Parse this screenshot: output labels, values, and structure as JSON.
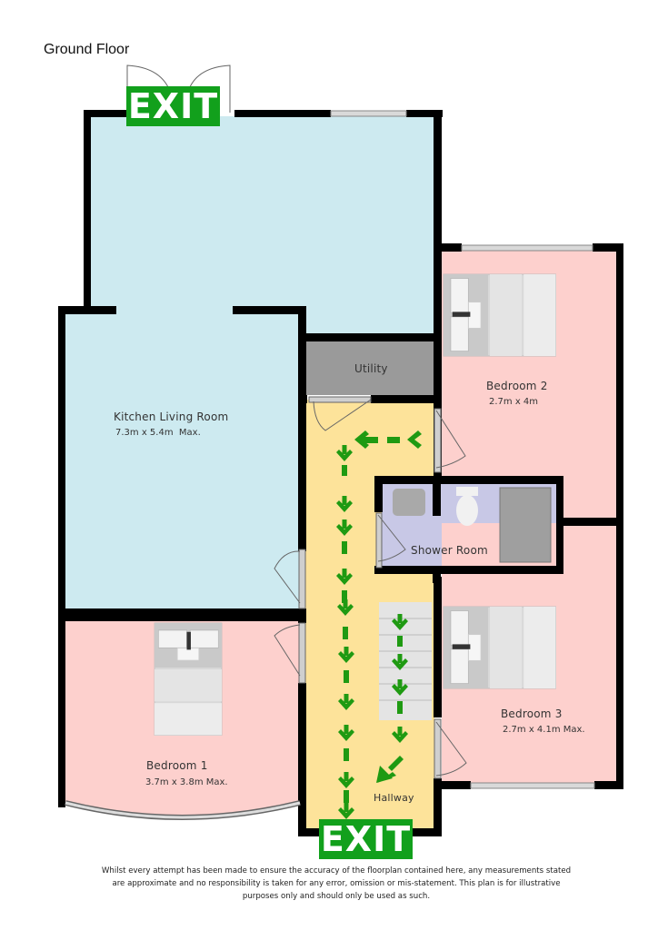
{
  "floor": {
    "title": "Ground Floor"
  },
  "rooms": [
    {
      "id": "kitchen",
      "name": "Kitchen Living Room",
      "dimensions": "7.3m x 5.4m  Max.",
      "color": "#cdeaf0"
    },
    {
      "id": "utility",
      "name": "Utility",
      "dimensions": "",
      "color": "#9a9a9a"
    },
    {
      "id": "bedroom2",
      "name": "Bedroom 2",
      "dimensions": "2.7m x 4m",
      "color": "#fdd0cd"
    },
    {
      "id": "shower",
      "name": "Shower Room",
      "dimensions": "",
      "color": "#c8c8e6"
    },
    {
      "id": "bedroom1",
      "name": "Bedroom 1",
      "dimensions": "3.7m x 3.8m Max.",
      "color": "#fdd0cd"
    },
    {
      "id": "bedroom3",
      "name": "Bedroom 3",
      "dimensions": "2.7m x 4.1m Max.",
      "color": "#fdd0cd"
    },
    {
      "id": "hallway",
      "name": "Hallway",
      "dimensions": "",
      "color": "#fde39a"
    }
  ],
  "exits": [
    {
      "id": "exit-top",
      "label": "EXIT"
    },
    {
      "id": "exit-bottom",
      "label": "EXIT"
    }
  ],
  "colors": {
    "exit_green": "#12a01c",
    "arrow_green": "#1f9a12",
    "wall": "#000000"
  },
  "disclaimer": "Whilst every attempt has been made to ensure the accuracy of the floorplan contained here, any measurements stated are approximate and no responsibility is taken for any error, omission or mis-statement. This plan is for illustrative purposes only and should only be used as such."
}
